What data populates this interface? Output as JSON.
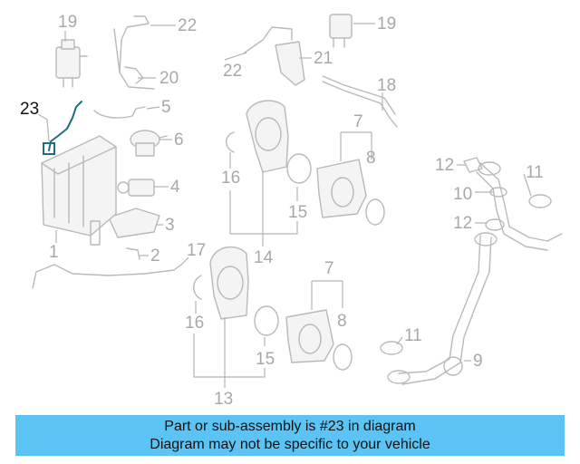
{
  "diagram": {
    "highlight_color": "#1f6f7a",
    "callouts": [
      "23",
      "19",
      "22",
      "20",
      "5",
      "6",
      "4",
      "3",
      "2",
      "1",
      "17",
      "22",
      "21",
      "19",
      "18",
      "7",
      "8",
      "16",
      "15",
      "14",
      "7",
      "8",
      "16",
      "15",
      "13",
      "12",
      "11",
      "10",
      "12",
      "11",
      "9"
    ]
  },
  "banner": {
    "line1": "Part or sub-assembly is #23 in diagram",
    "line2": "Diagram may not be specific to your vehicle",
    "background": "#5bc4f5"
  }
}
